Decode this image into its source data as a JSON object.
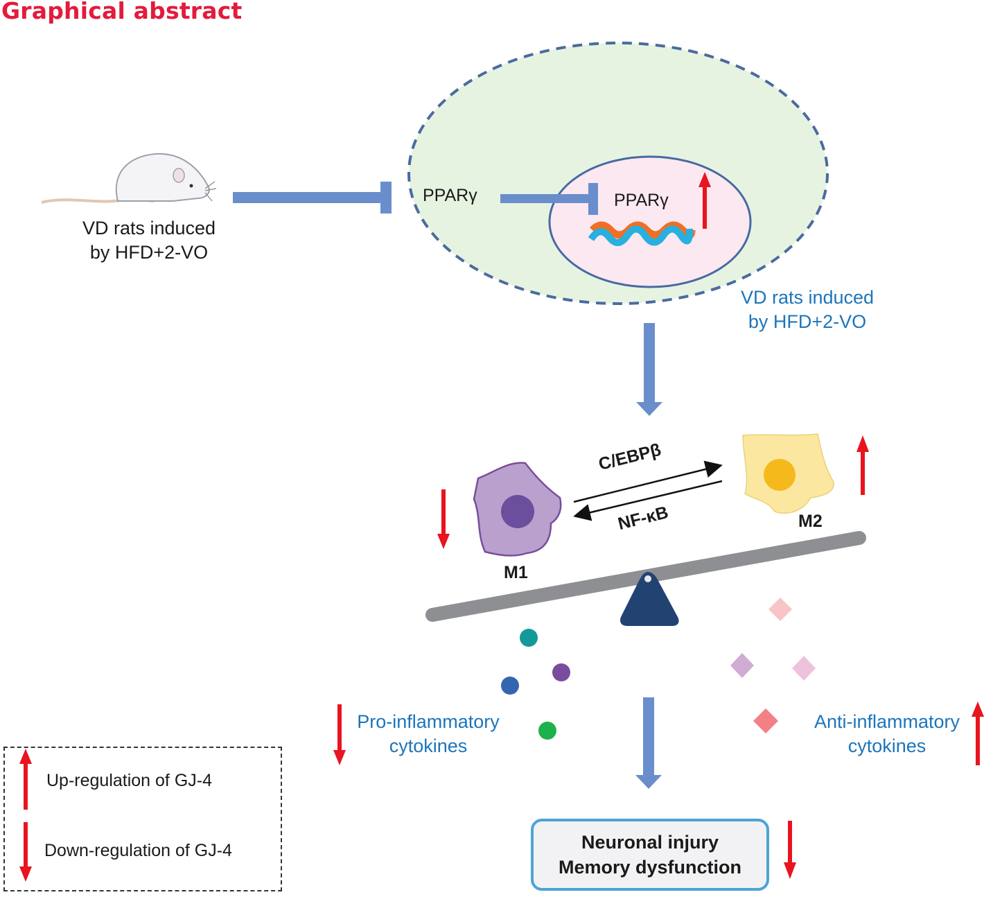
{
  "title": "Graphical abstract",
  "model": {
    "animal_icon": "rat-icon",
    "label_line1": "VD rats induced",
    "label_line2": "by HFD+2-VO"
  },
  "cell": {
    "cytoplasm_label": "PPARγ",
    "nucleus_label": "PPARγ",
    "dna_icon": "dna-helix-icon",
    "caption_line1": "VD rats induced",
    "caption_line2": "by HFD+2-VO"
  },
  "polarization": {
    "m1_label": "M1",
    "m2_label": "M2",
    "forward_label": "C/EBPβ",
    "reverse_label": "NF-κB"
  },
  "cytokines": {
    "pro_line1": "Pro-inflammatory",
    "pro_line2": "cytokines",
    "anti_line1": "Anti-inflammatory",
    "anti_line2": "cytokines"
  },
  "outcome": {
    "line1": "Neuronal injury",
    "line2": "Memory dysfunction"
  },
  "legend": {
    "up": "Up-regulation of GJ-4",
    "down": "Down-regulation of GJ-4"
  },
  "colors": {
    "title": "#e31b3c",
    "inhibit_arrow": "#6a8ecb",
    "regulation_arrow": "#e8141f",
    "caption_blue": "#1b75bb",
    "m1_cell": "#b9a0cd",
    "m2_cell": "#fbe7a0",
    "seesaw": "#8e8f93",
    "fulcrum": "#224272"
  }
}
